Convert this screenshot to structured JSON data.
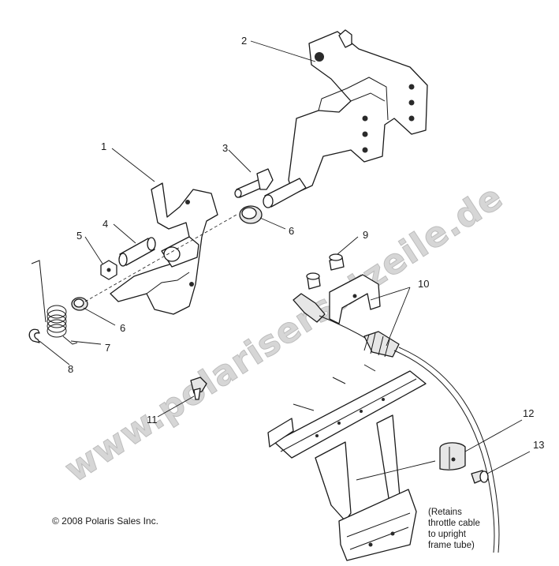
{
  "watermark": "www.polarisersatzeile.de",
  "copyright": "© 2008 Polaris Sales Inc.",
  "note": {
    "lines": [
      "(Retains",
      "throttle cable",
      "to upright",
      "frame tube)"
    ]
  },
  "callouts": [
    "1",
    "2",
    "3",
    "4",
    "5",
    "6",
    "6",
    "7",
    "8",
    "9",
    "10",
    "11",
    "12",
    "13"
  ]
}
